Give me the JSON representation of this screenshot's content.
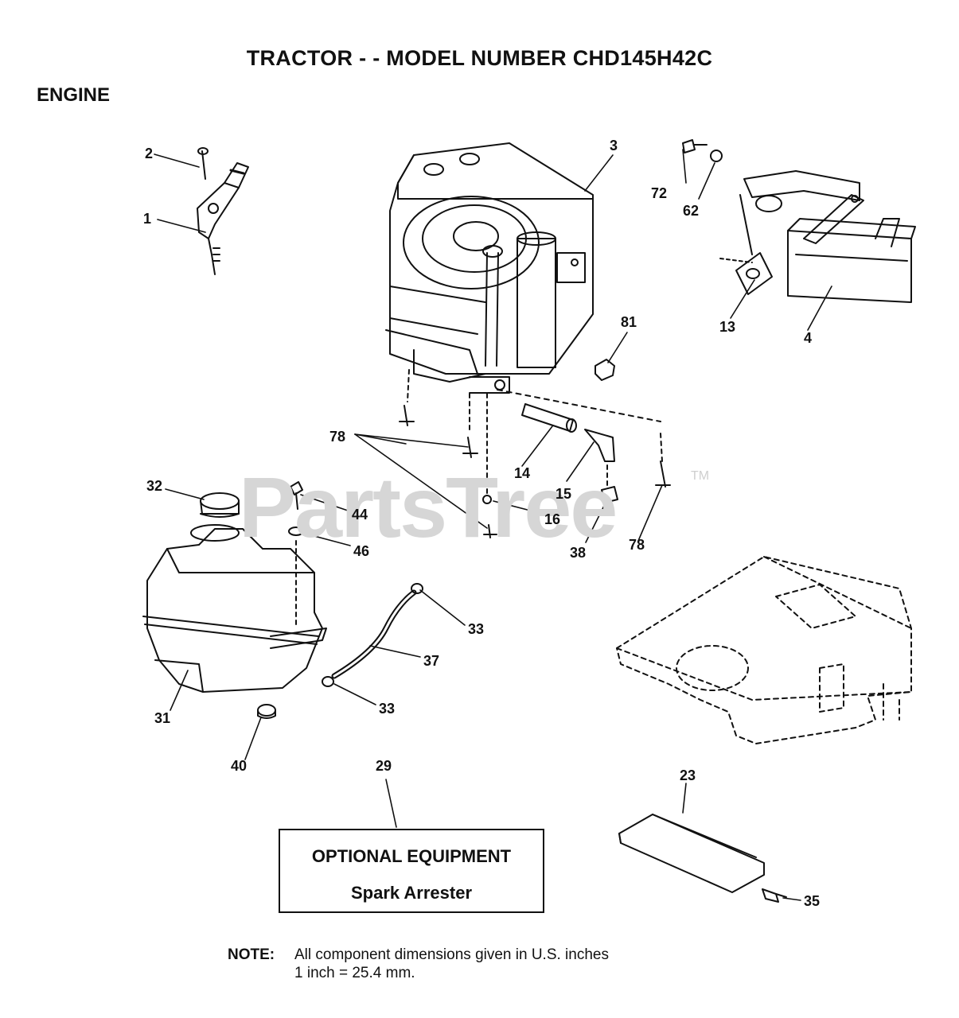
{
  "header": {
    "title": "TRACTOR - - MODEL NUMBER CHD145H42C",
    "section": "ENGINE"
  },
  "watermark": {
    "text": "PartsTree",
    "trademark": "TM"
  },
  "callouts": [
    {
      "id": "1",
      "label": "1"
    },
    {
      "id": "2",
      "label": "2"
    },
    {
      "id": "3",
      "label": "3"
    },
    {
      "id": "4",
      "label": "4"
    },
    {
      "id": "13",
      "label": "13"
    },
    {
      "id": "14",
      "label": "14"
    },
    {
      "id": "15",
      "label": "15"
    },
    {
      "id": "16",
      "label": "16"
    },
    {
      "id": "23",
      "label": "23"
    },
    {
      "id": "29",
      "label": "29"
    },
    {
      "id": "31",
      "label": "31"
    },
    {
      "id": "32",
      "label": "32"
    },
    {
      "id": "33a",
      "label": "33"
    },
    {
      "id": "33b",
      "label": "33"
    },
    {
      "id": "35",
      "label": "35"
    },
    {
      "id": "37",
      "label": "37"
    },
    {
      "id": "38",
      "label": "38"
    },
    {
      "id": "40",
      "label": "40"
    },
    {
      "id": "44",
      "label": "44"
    },
    {
      "id": "46",
      "label": "46"
    },
    {
      "id": "62",
      "label": "62"
    },
    {
      "id": "72",
      "label": "72"
    },
    {
      "id": "78a",
      "label": "78"
    },
    {
      "id": "78b",
      "label": "78"
    },
    {
      "id": "81",
      "label": "81"
    }
  ],
  "optional_box": {
    "title": "OPTIONAL EQUIPMENT",
    "subtitle": "Spark Arrester"
  },
  "note": {
    "label": "NOTE:",
    "line1": "All component dimensions given in U.S. inches",
    "line2": "1 inch = 25.4 mm."
  }
}
